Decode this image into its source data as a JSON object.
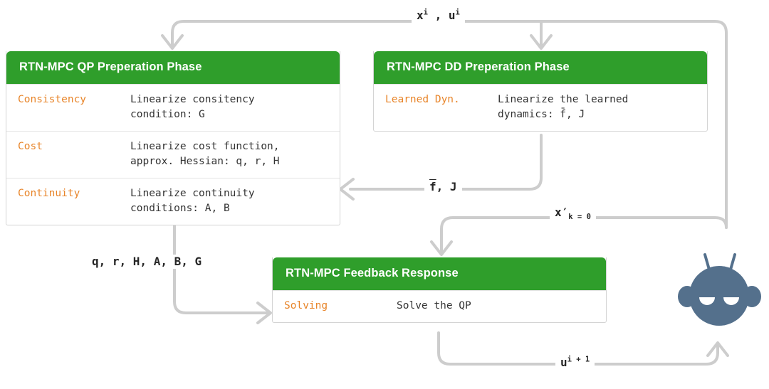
{
  "diagram": {
    "title": "RTN-MPC real-time iteration scheme",
    "colors": {
      "header_green": "#2F9E2B",
      "key_orange": "#E8852A",
      "edge_gray": "#CDCDCD",
      "robot_slate": "#54708C",
      "text_dark": "#262626"
    },
    "nodes": [
      {
        "id": "qp",
        "header": "RTN-MPC QP Preperation Phase",
        "rows": [
          {
            "key": "Consistency",
            "value": "Linearize consitency\ncondition: G"
          },
          {
            "key": "Cost",
            "value": "Linearize cost function,\napprox. Hessian: q, r, H"
          },
          {
            "key": "Continuity",
            "value": "Linearize continuity\nconditions: A, B"
          }
        ]
      },
      {
        "id": "dd",
        "header": "RTN-MPC DD Preperation Phase",
        "rows": [
          {
            "key": "Learned Dyn.",
            "value": "Linearize the learned\ndynamics: f̄, J"
          }
        ]
      },
      {
        "id": "fb",
        "header": "RTN-MPC Feedback Response",
        "rows": [
          {
            "key": "Solving",
            "value": "Solve the QP"
          }
        ]
      }
    ],
    "edge_labels": {
      "state_input": {
        "base": "x",
        "sup": "i",
        "tail": " , u",
        "tail_sup": "i"
      },
      "dynamics": {
        "text": "f̄, J",
        "f_overline": "f",
        "rest": ", J"
      },
      "initial_state": {
        "base": "x",
        "prime": "′",
        "sub": "k = 0"
      },
      "qp_matrices": {
        "text": "q, r, H, A, B, G"
      },
      "next_input": {
        "base": "u",
        "sup": "i + 1"
      }
    },
    "robot": {
      "name": "robot-agent-icon"
    }
  }
}
